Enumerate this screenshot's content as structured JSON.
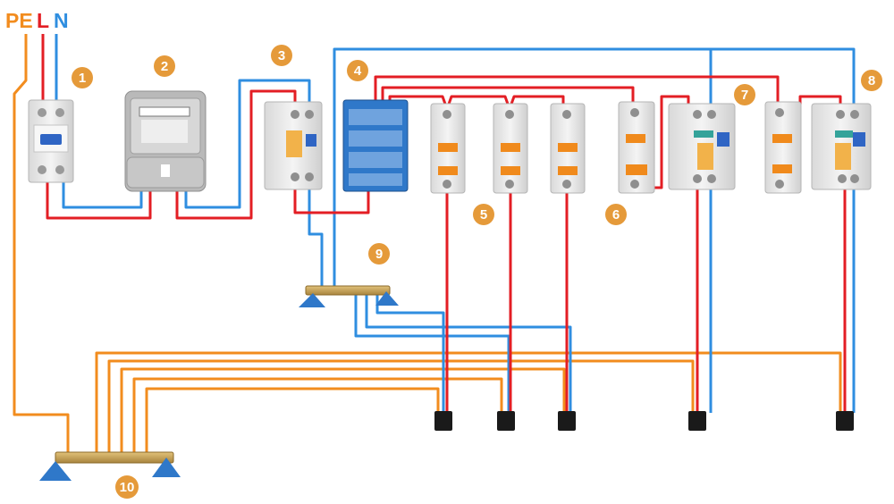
{
  "colors": {
    "pe": "#f28c1e",
    "l": "#e31e24",
    "n": "#2f8ee0",
    "badge": "#e59a3a",
    "device_body": "#eaeaea",
    "device_edge": "#b5b5b5",
    "breaker_handle": "#f08a1c",
    "rcd_blue": "#2f65c4",
    "bus_blue": "#2f78c9",
    "brass": "#c9a55a",
    "terminal": "#1a1a1a"
  },
  "supply_labels": {
    "pe": "PE",
    "l": "L",
    "n": "N"
  },
  "components": [
    {
      "number": "1",
      "kind": "main-breaker-2p"
    },
    {
      "number": "2",
      "kind": "electricity-meter"
    },
    {
      "number": "3",
      "kind": "rcbo"
    },
    {
      "number": "4",
      "kind": "distribution-block"
    },
    {
      "number": "5",
      "kind": "circuit-breakers"
    },
    {
      "number": "6",
      "kind": "circuit-breaker"
    },
    {
      "number": "7",
      "kind": "rcbo"
    },
    {
      "number": "8",
      "kind": "rcbo"
    },
    {
      "number": "9",
      "kind": "neutral-busbar"
    },
    {
      "number": "10",
      "kind": "pe-busbar"
    }
  ]
}
